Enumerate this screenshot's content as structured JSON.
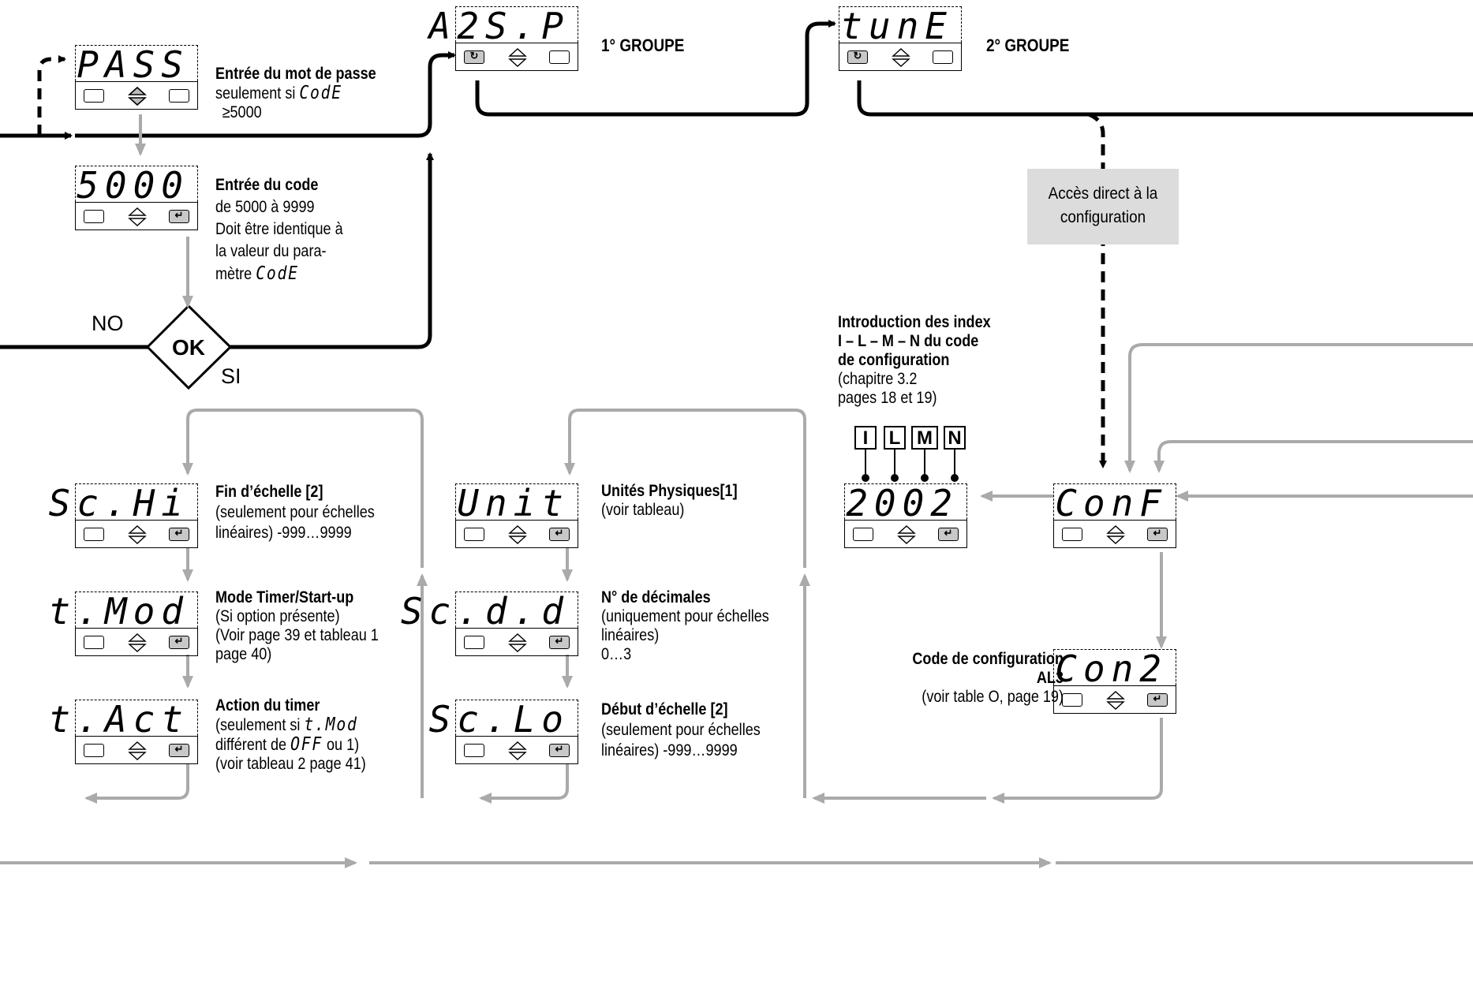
{
  "devices": {
    "pass": {
      "display": "PASS"
    },
    "code": {
      "display": "5000"
    },
    "a2sp": {
      "display": "A2S.P"
    },
    "tune": {
      "display": "tunE"
    },
    "schi": {
      "display": "Sc.Hi"
    },
    "tmod": {
      "display": "t.Mod"
    },
    "tact": {
      "display": "t.Act"
    },
    "unit": {
      "display": "Unit"
    },
    "scdd": {
      "display": "Sc.d.d"
    },
    "sclo": {
      "display": "Sc.Lo"
    },
    "val2002": {
      "display": "2002"
    },
    "conf": {
      "display": "ConF"
    },
    "con2": {
      "display": "Con2"
    }
  },
  "keys": {
    "enter": "↵",
    "loop": "↻"
  },
  "labels": {
    "groupe1": "1° GROUPE",
    "groupe2": "2° GROUPE",
    "pass_title": "Entrée du mot de passe",
    "pass_l2": "seulement si",
    "pass_code": "CodE",
    "pass_l3": "≥5000",
    "code_title": "Entrée du code",
    "code_l2": "de 5000 à 9999",
    "code_l3": "Doit être identique à",
    "code_l4": "la valeur du para-",
    "code_l5": "mètre",
    "code_code": "CodE",
    "no": "NO",
    "ok": "OK",
    "si": "SI",
    "box_l1": "Accès direct à la",
    "box_l2": "configuration",
    "intro_l1": "Introduction des index",
    "intro_l2": "I – L – M – N du code",
    "intro_l3": "de configuration",
    "intro_l4": "(chapitre 3.2",
    "intro_l5": "pages 18 et 19)",
    "idx": [
      "I",
      "L",
      "M",
      "N"
    ],
    "schi_title": "Fin d’échelle [2]",
    "schi_l2": "(seulement pour échelles",
    "schi_l3": "linéaires) -999…9999",
    "tmod_title": "Mode Timer/Start-up",
    "tmod_l2": "(Si option présente)",
    "tmod_l3": "(Voir page 39 et tableau 1",
    "tmod_l4": "page 40)",
    "tact_title": "Action du timer",
    "tact_l2": "(seulement si",
    "tact_l2b": "t.Mod",
    "tact_l3": "différent de",
    "tact_l3b": "OFF",
    "tact_l3c": "ou 1)",
    "tact_l4": "(voir tableau 2 page 41)",
    "unit_title": "Unités Physiques[1]",
    "unit_l2": "(voir tableau)",
    "scdd_title": "N° de décimales",
    "scdd_l2": "(uniquement pour échelles",
    "scdd_l3": "linéaires)",
    "scdd_l4": "0…3",
    "sclo_title": "Début d’échelle [2]",
    "sclo_l2": "(seulement pour échelles",
    "sclo_l3": "linéaires) -999…9999",
    "con2_l1": "Code de configuration",
    "con2_l2": "AL3",
    "con2_l3": "(voir table O, page 19)"
  }
}
